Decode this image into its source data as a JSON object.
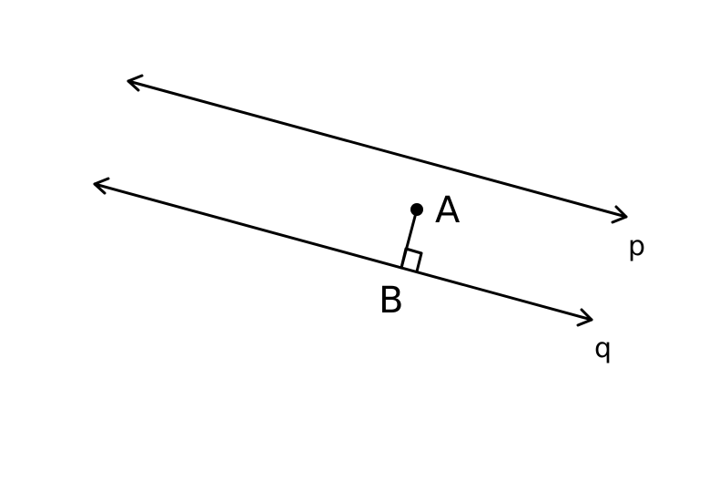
{
  "labels": {
    "point_a": "A",
    "point_b": "B",
    "line_p": "p",
    "line_q": "q"
  },
  "colors": {
    "ink": "#000000",
    "background": "#ffffff"
  }
}
